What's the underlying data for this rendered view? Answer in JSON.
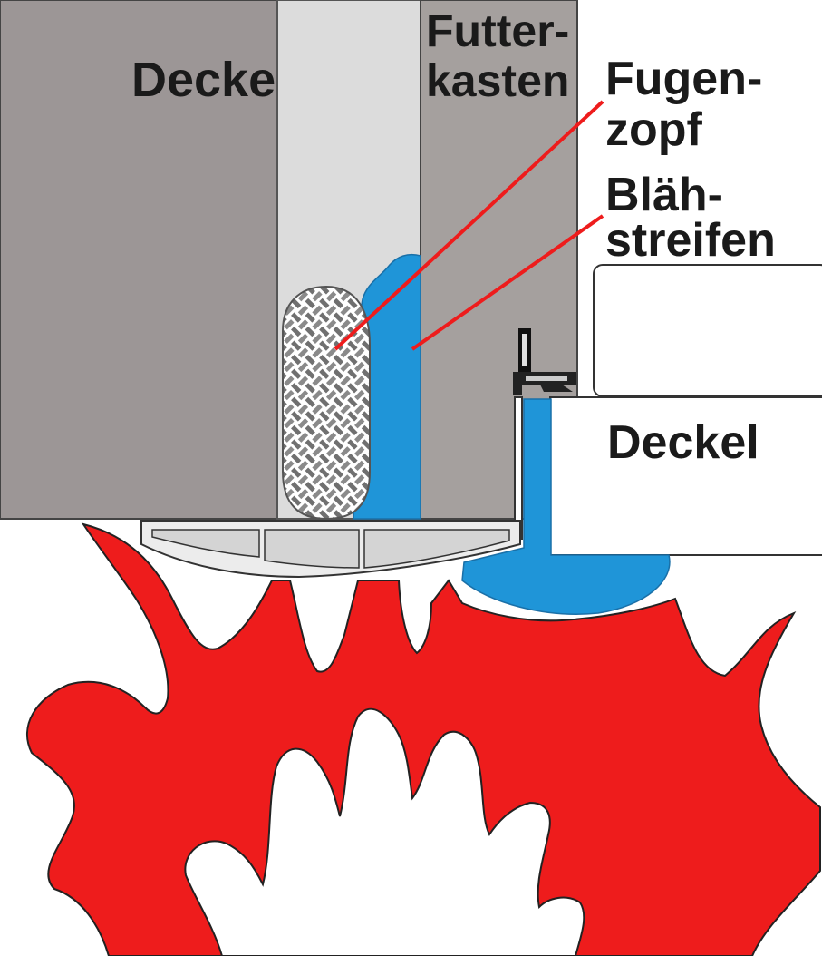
{
  "labels": {
    "decke": "Decke",
    "futterkasten_line1": "Futter-",
    "futterkasten_line2": "kasten",
    "fugenzopf_line1": "Fugen-",
    "fugenzopf_line2": "zopf",
    "blaehstreifen_line1": "Bläh-",
    "blaehstreifen_line2": "streifen",
    "deckel": "Deckel"
  },
  "colors": {
    "ceiling": "#9c9696",
    "gap": "#dcdcdc",
    "frame": "#a5a09e",
    "intumescent": "#1f95d8",
    "flame": "#ee1c1c",
    "flame_core": "#ffffff",
    "leader": "#ee1c1c",
    "outline": "#333333",
    "braid": "#6e6e6e"
  }
}
